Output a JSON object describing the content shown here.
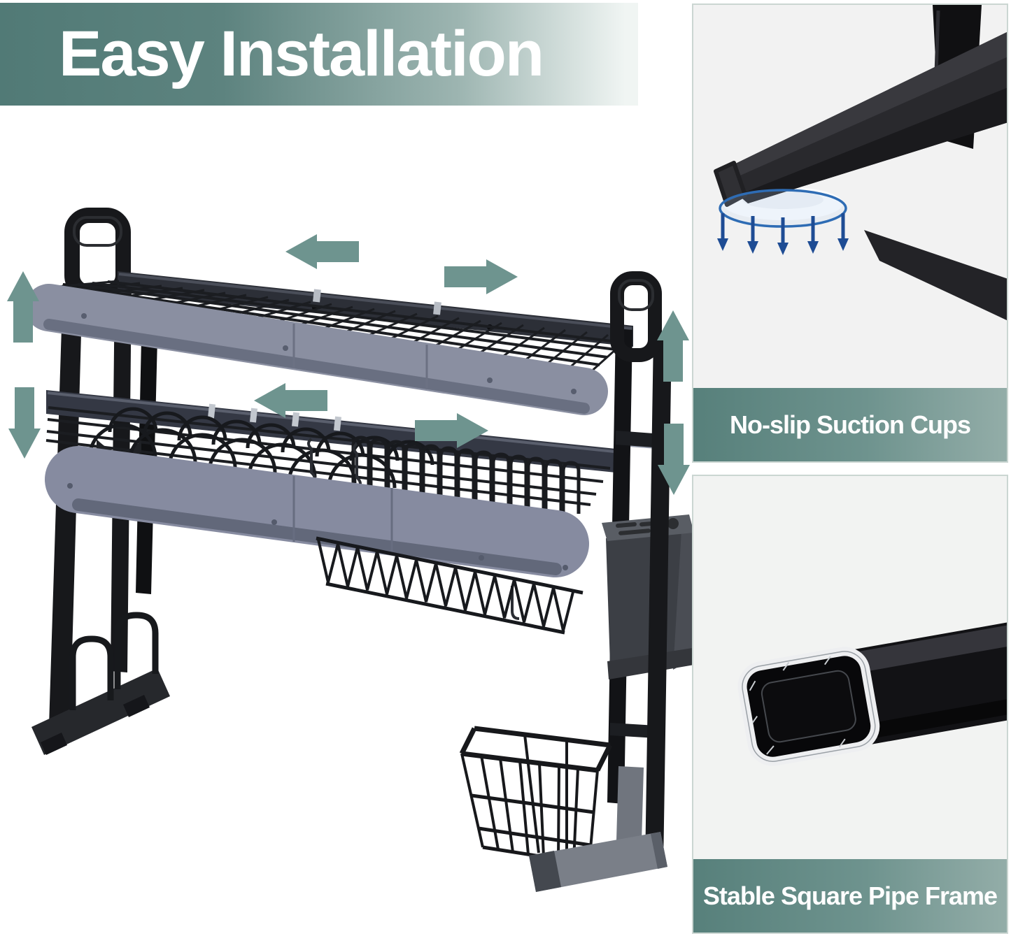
{
  "banner": {
    "title": "Easy Installation"
  },
  "main_figure": {
    "subject": "two-tier adjustable over-sink dish drying rack",
    "arrow_color": "#6E948F",
    "arrows": [
      {
        "name": "top-shelf-slide-left-arrow",
        "direction": "left"
      },
      {
        "name": "top-shelf-slide-right-arrow",
        "direction": "right"
      },
      {
        "name": "lower-shelf-slide-left-arrow",
        "direction": "left"
      },
      {
        "name": "lower-shelf-slide-right-arrow",
        "direction": "right"
      },
      {
        "name": "left-height-up-arrow",
        "direction": "up"
      },
      {
        "name": "left-height-down-arrow",
        "direction": "down"
      },
      {
        "name": "right-height-up-arrow",
        "direction": "up"
      },
      {
        "name": "right-height-down-arrow",
        "direction": "down"
      }
    ]
  },
  "panels": [
    {
      "caption": "No-slip Suction Cups"
    },
    {
      "caption": "Stable Square Pipe Frame"
    }
  ],
  "colors": {
    "accent_teal": "#6E948F",
    "banner_gradient_start": "#517A76",
    "banner_gradient_end": "#F0F5F3",
    "caption_gradient_start": "#57807B",
    "caption_gradient_end": "#93ADA8",
    "panel_background": "#F2F2F2",
    "panel_border": "#CBD6D2",
    "suction_blue_ring": "#2E6CB4",
    "suction_blue_arrow": "#1E4C94",
    "frame_black": "#17181B",
    "rail_gray": "#8A8FA1"
  }
}
